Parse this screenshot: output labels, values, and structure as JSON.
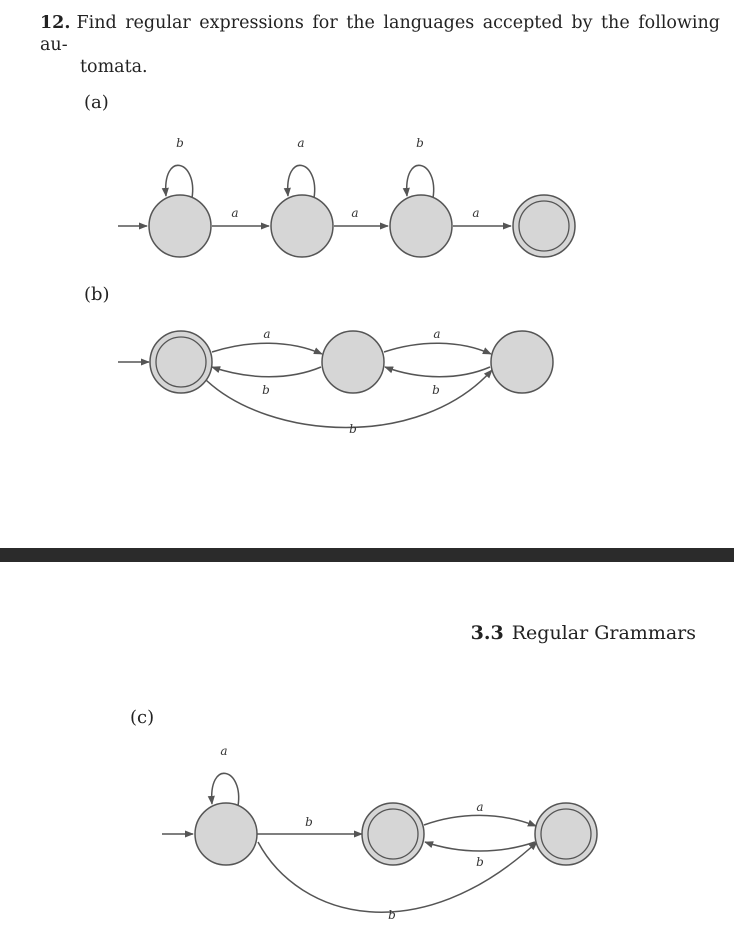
{
  "problem": {
    "number": "12.",
    "text_line1": "Find regular expressions for the languages accepted by the following au-",
    "text_line2": "tomata."
  },
  "parts": {
    "a": {
      "label": "(a)",
      "self_loop_labels": [
        "b",
        "a",
        "b"
      ],
      "transition_labels": [
        "a",
        "a",
        "a"
      ]
    },
    "b": {
      "label": "(b)",
      "forward_labels": [
        "a",
        "a"
      ],
      "backward_labels": [
        "b",
        "b"
      ],
      "bypass_label": "b"
    },
    "c": {
      "label": "(c)",
      "self_loop_label": "a",
      "transition_label": "b",
      "forward_label": "a",
      "backward_label": "b",
      "bypass_label": "b"
    }
  },
  "running_head": {
    "section": "3.3",
    "title": "Regular Grammars"
  },
  "colors": {
    "state_fill": "#d6d6d6",
    "stroke": "#555555",
    "separator": "#2b2b2b"
  }
}
